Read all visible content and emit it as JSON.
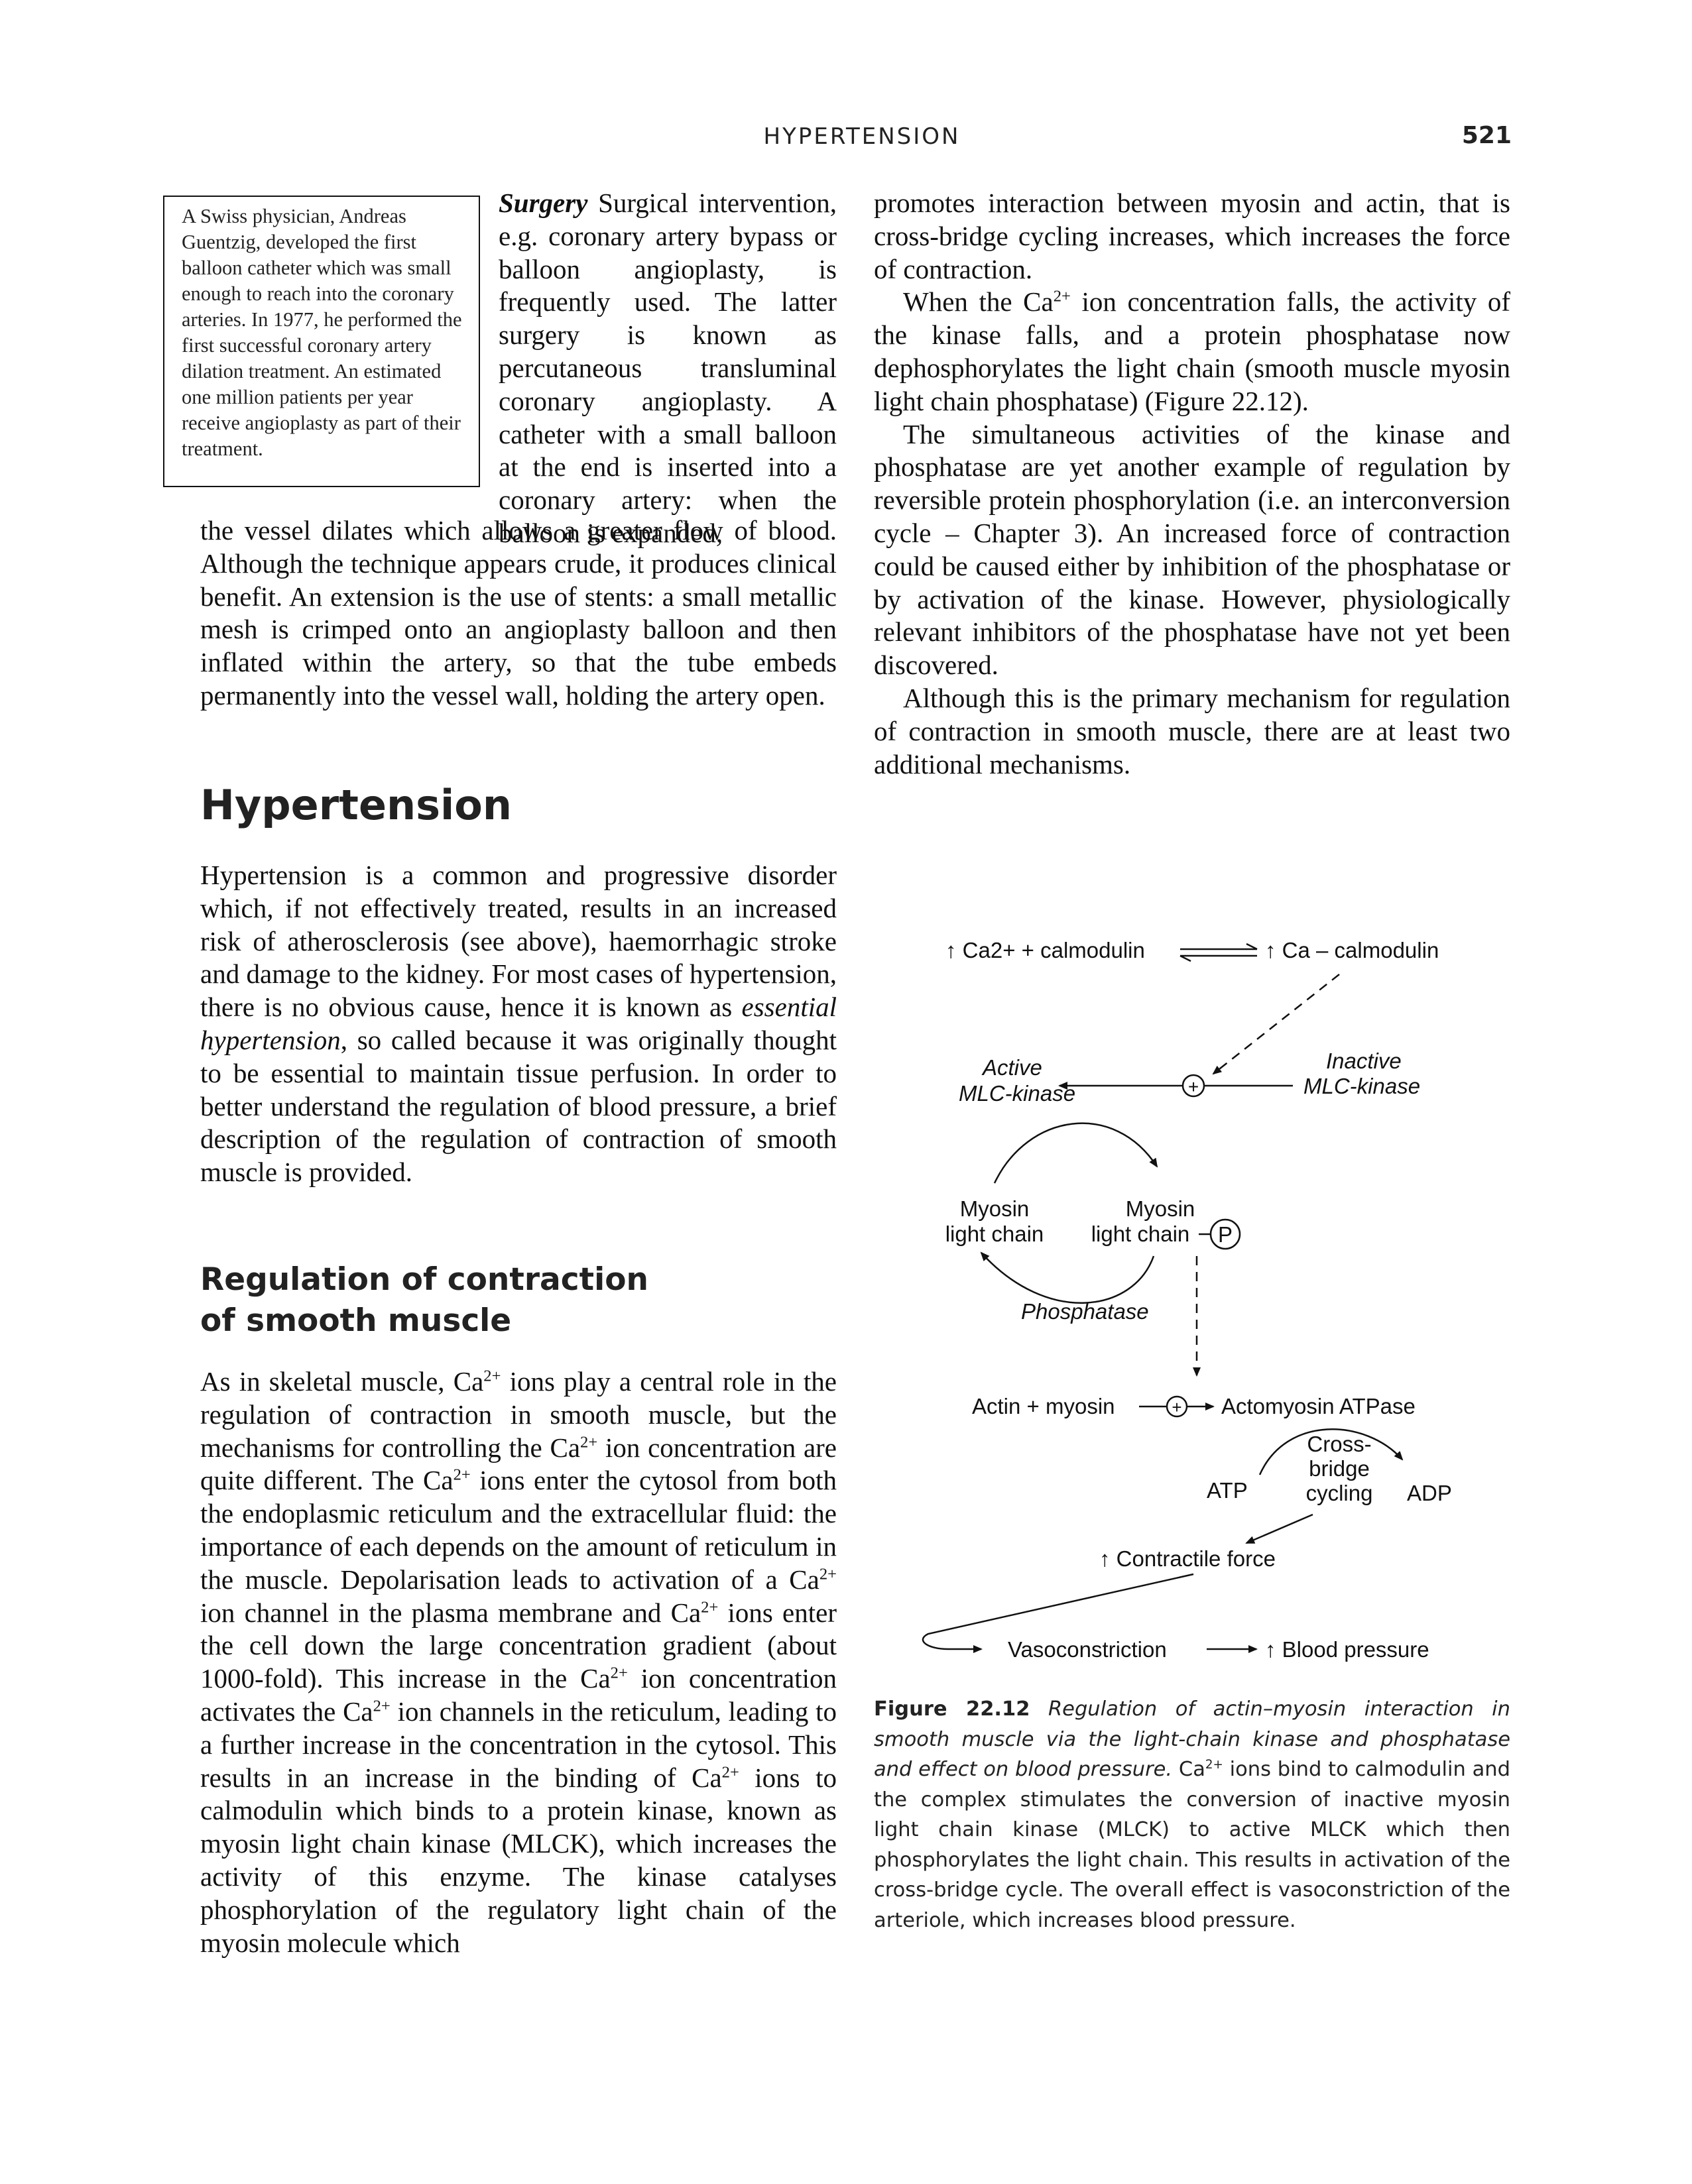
{
  "header": {
    "title": "HYPERTENSION",
    "page_number": "521"
  },
  "sidebar": {
    "text": "A Swiss physician, Andreas Guentzig, developed the first balloon catheter which was small enough to reach into the coronary arteries. In 1977, he performed the first successful coronary artery dilation treatment. An estimated one million patients per year receive angioplasty as part of their treatment."
  },
  "surgery": {
    "run_in": "Surgery",
    "text_narrow": "Surgical intervention, e.g. coronary artery bypass or balloon angioplasty, is frequently used. The latter surgery is known as percutaneous transluminal coronary angioplasty. A catheter with a small balloon at the end is inserted into a coronary artery: when the balloon is expanded,",
    "text_wide": "the vessel dilates which allows a greater flow of blood. Although the technique appears crude, it produces clinical benefit. An extension is the use of stents: a small metallic mesh is crimped onto an angioplasty balloon and then inflated within the artery, so that the tube embeds permanently into the vessel wall, holding the artery open."
  },
  "hypertension_section": {
    "heading": "Hypertension",
    "p_before": "Hypertension is a common and progressive disorder which, if not effectively treated, results in an increased risk of atherosclerosis (see above), haemorrhagic stroke and damage to the kidney. For most cases of hypertension, there is no obvious cause, hence it is known as ",
    "p_em": "essential hypertension",
    "p_after": ", so called because it was originally thought to be essential to maintain tissue perfusion. In order to better understand the regulation of blood pressure, a brief description of the regulation of contraction of smooth muscle is provided."
  },
  "regulation_section": {
    "heading_line1": "Regulation of contraction",
    "heading_line2": "of smooth muscle",
    "ca2": "Ca",
    "sup2": "2+",
    "seg1": "As in skeletal muscle, ",
    "seg2": " ions play a central role in the regulation of contraction in smooth muscle, but the mechanisms for controlling the ",
    "seg3": " ion concentration are quite different. The ",
    "seg4": " ions enter the cytosol from both the endoplasmic reticulum and the extracellular fluid: the importance of each depends on the amount of reticulum in the muscle. Depolarisation leads to activation of a ",
    "seg5": " ion channel in the plasma membrane and ",
    "seg6": " ions enter the cell down the large concentration gradient (about 1000-fold). This increase in the ",
    "seg7": " ion concentration activates the ",
    "seg8": " ion channels in the reticulum, leading to a further increase in the concentration in the cytosol. This results in an increase in the binding of ",
    "seg9": " ions to calmodulin which binds to a protein kinase, known as myosin light chain kinase (MLCK), which increases the activity of this enzyme. The kinase catalyses phosphorylation of the regulatory light chain of the myosin molecule which"
  },
  "right_column": {
    "p1": "promotes interaction between myosin and actin, that is cross-bridge cycling increases, which increases the force of contraction.",
    "p2_a": "When the ",
    "p2_b": " ion concentration falls, the activity of the kinase falls, and a protein phosphatase now dephosphorylates the light chain (smooth muscle myosin light chain phosphatase) (Figure 22.12).",
    "p3": "The simultaneous activities of the kinase and phosphatase are yet another example of regulation by reversible protein phosphorylation (i.e. an interconversion cycle – Chapter 3). An increased force of contraction could be caused either by inhibition of the phosphatase or by activation of the kinase. However, physiologically relevant inhibitors of the phosphatase have not yet been discovered.",
    "p4": "Although this is the primary mechanism for regulation of contraction in smooth muscle, there are at least two additional mechanisms."
  },
  "figure": {
    "ca_calmodulin_left": "↑ Ca2+ + calmodulin",
    "ca_calmodulin_right": "↑ Ca – calmodulin",
    "active_line1": "Active",
    "active_line2": "MLC-kinase",
    "inactive_line1": "Inactive",
    "inactive_line2": "MLC-kinase",
    "plus": "+",
    "myosin_left_line1": "Myosin",
    "myosin_left_line2": "light chain",
    "myosin_right_line1": "Myosin",
    "myosin_right_line2": "light chain",
    "phospho": "P",
    "phosphatase": "Phosphatase",
    "actin_myosin": "Actin + myosin",
    "actomyosin": "Actomyosin ATPase",
    "cross_bridge_line1": "Cross-",
    "cross_bridge_line2": "bridge",
    "cross_bridge_line3": "cycling",
    "atp": "ATP",
    "adp": "ADP",
    "contractile_force": "↑ Contractile force",
    "vasoconstriction": "Vasoconstriction",
    "blood_pressure": "↑ Blood pressure"
  },
  "caption": {
    "label": "Figure 22.12",
    "italic": "Regulation of actin–myosin interaction in smooth muscle via the light-chain kinase and phosphatase and effect on blood pressure.",
    "ca": "Ca",
    "sup": "2+",
    "rest": " ions bind to calmodulin and the complex stimulates the conversion of inactive myosin light chain kinase (MLCK) to active MLCK which then phosphorylates the light chain. This results in activation of the cross-bridge cycle. The overall effect is vasoconstriction of the arteriole, which increases blood pressure."
  }
}
